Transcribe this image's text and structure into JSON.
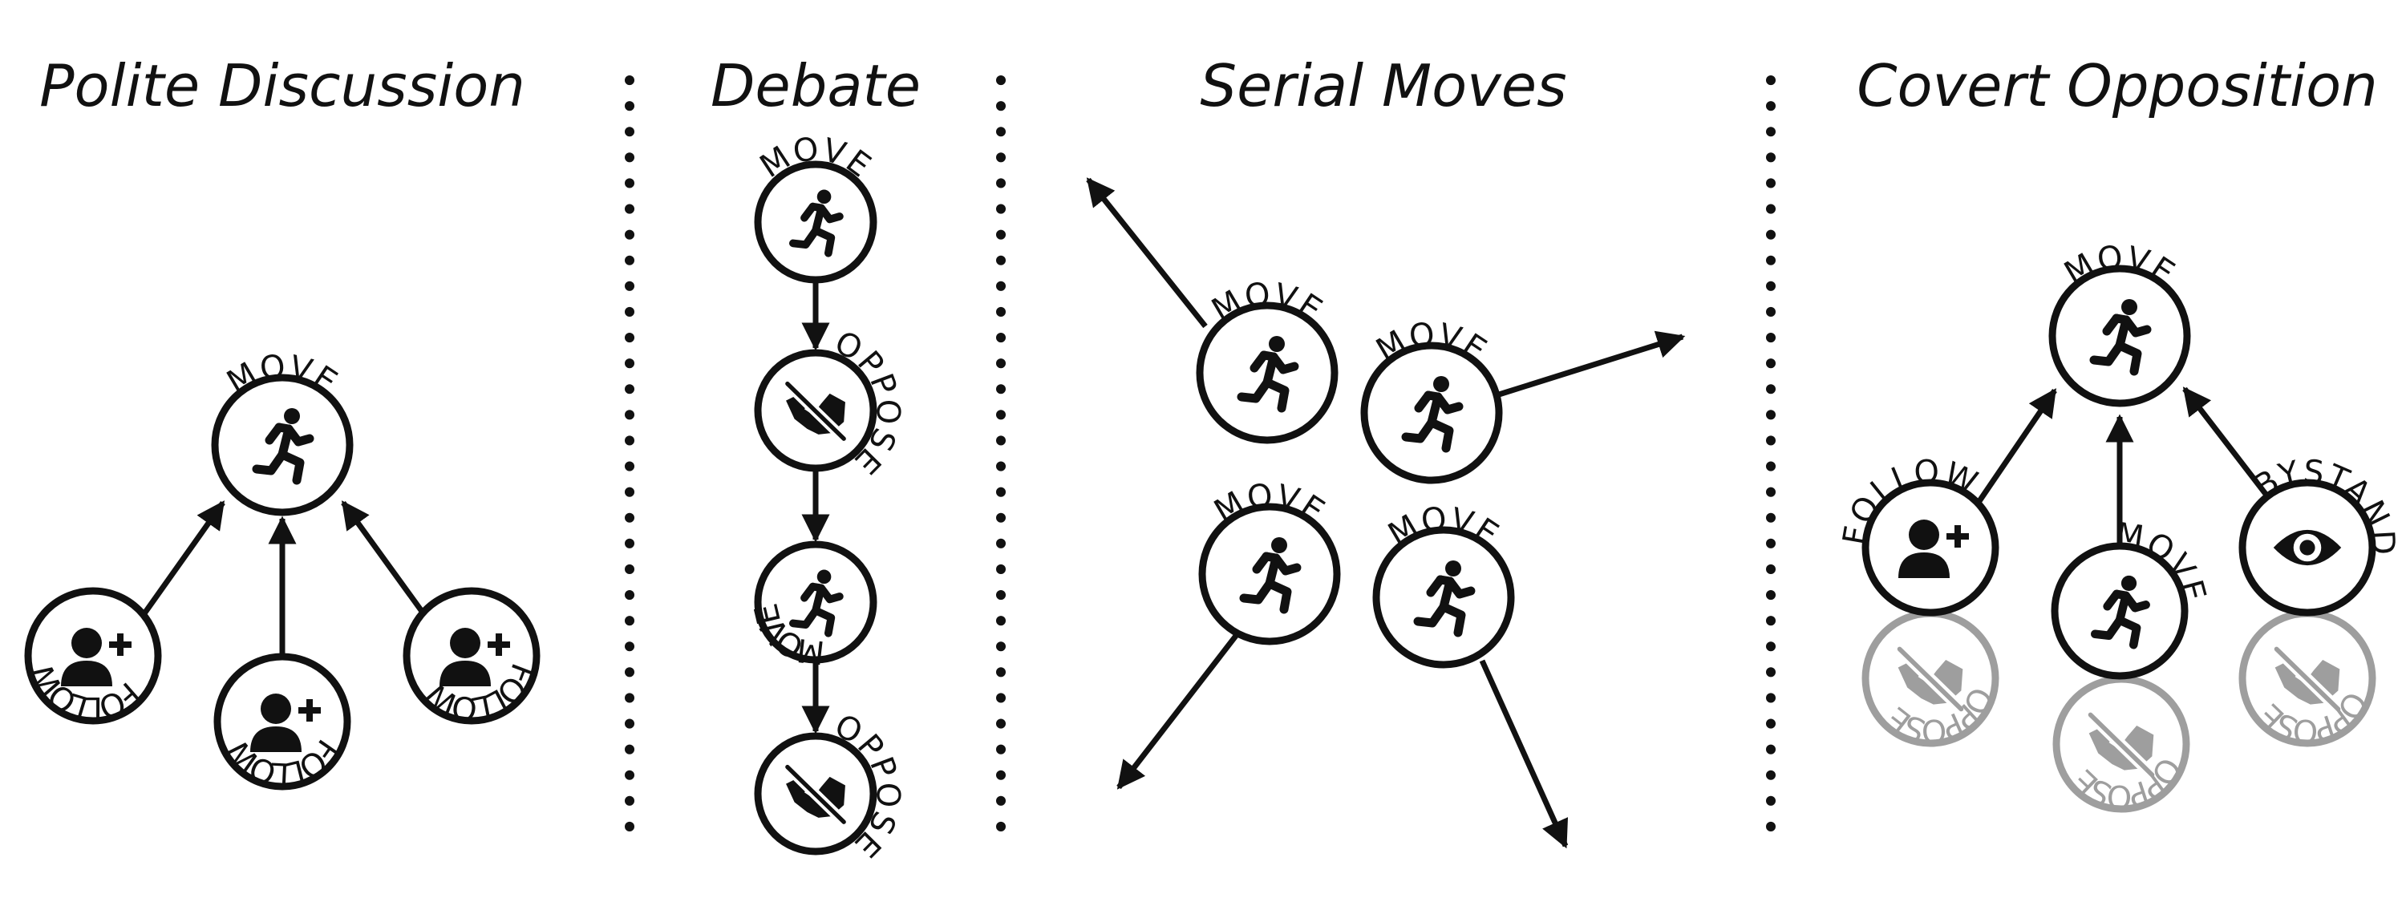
{
  "panels": [
    {
      "title": "Polite Discussion"
    },
    {
      "title": "Debate"
    },
    {
      "title": "Serial Moves"
    },
    {
      "title": "Covert Opposition"
    }
  ],
  "labels": {
    "move": "MOVE",
    "follow": "FOLLOW",
    "oppose": "OPPOSE",
    "bystand": "BYSTAND"
  },
  "colors": {
    "ink": "#111111",
    "faded": "#9e9e9e",
    "background": "#ffffff"
  },
  "icons": {
    "move": "running-person-icon",
    "follow": "add-person-icon",
    "oppose": "broken-handshake-icon",
    "bystand": "eye-icon"
  }
}
